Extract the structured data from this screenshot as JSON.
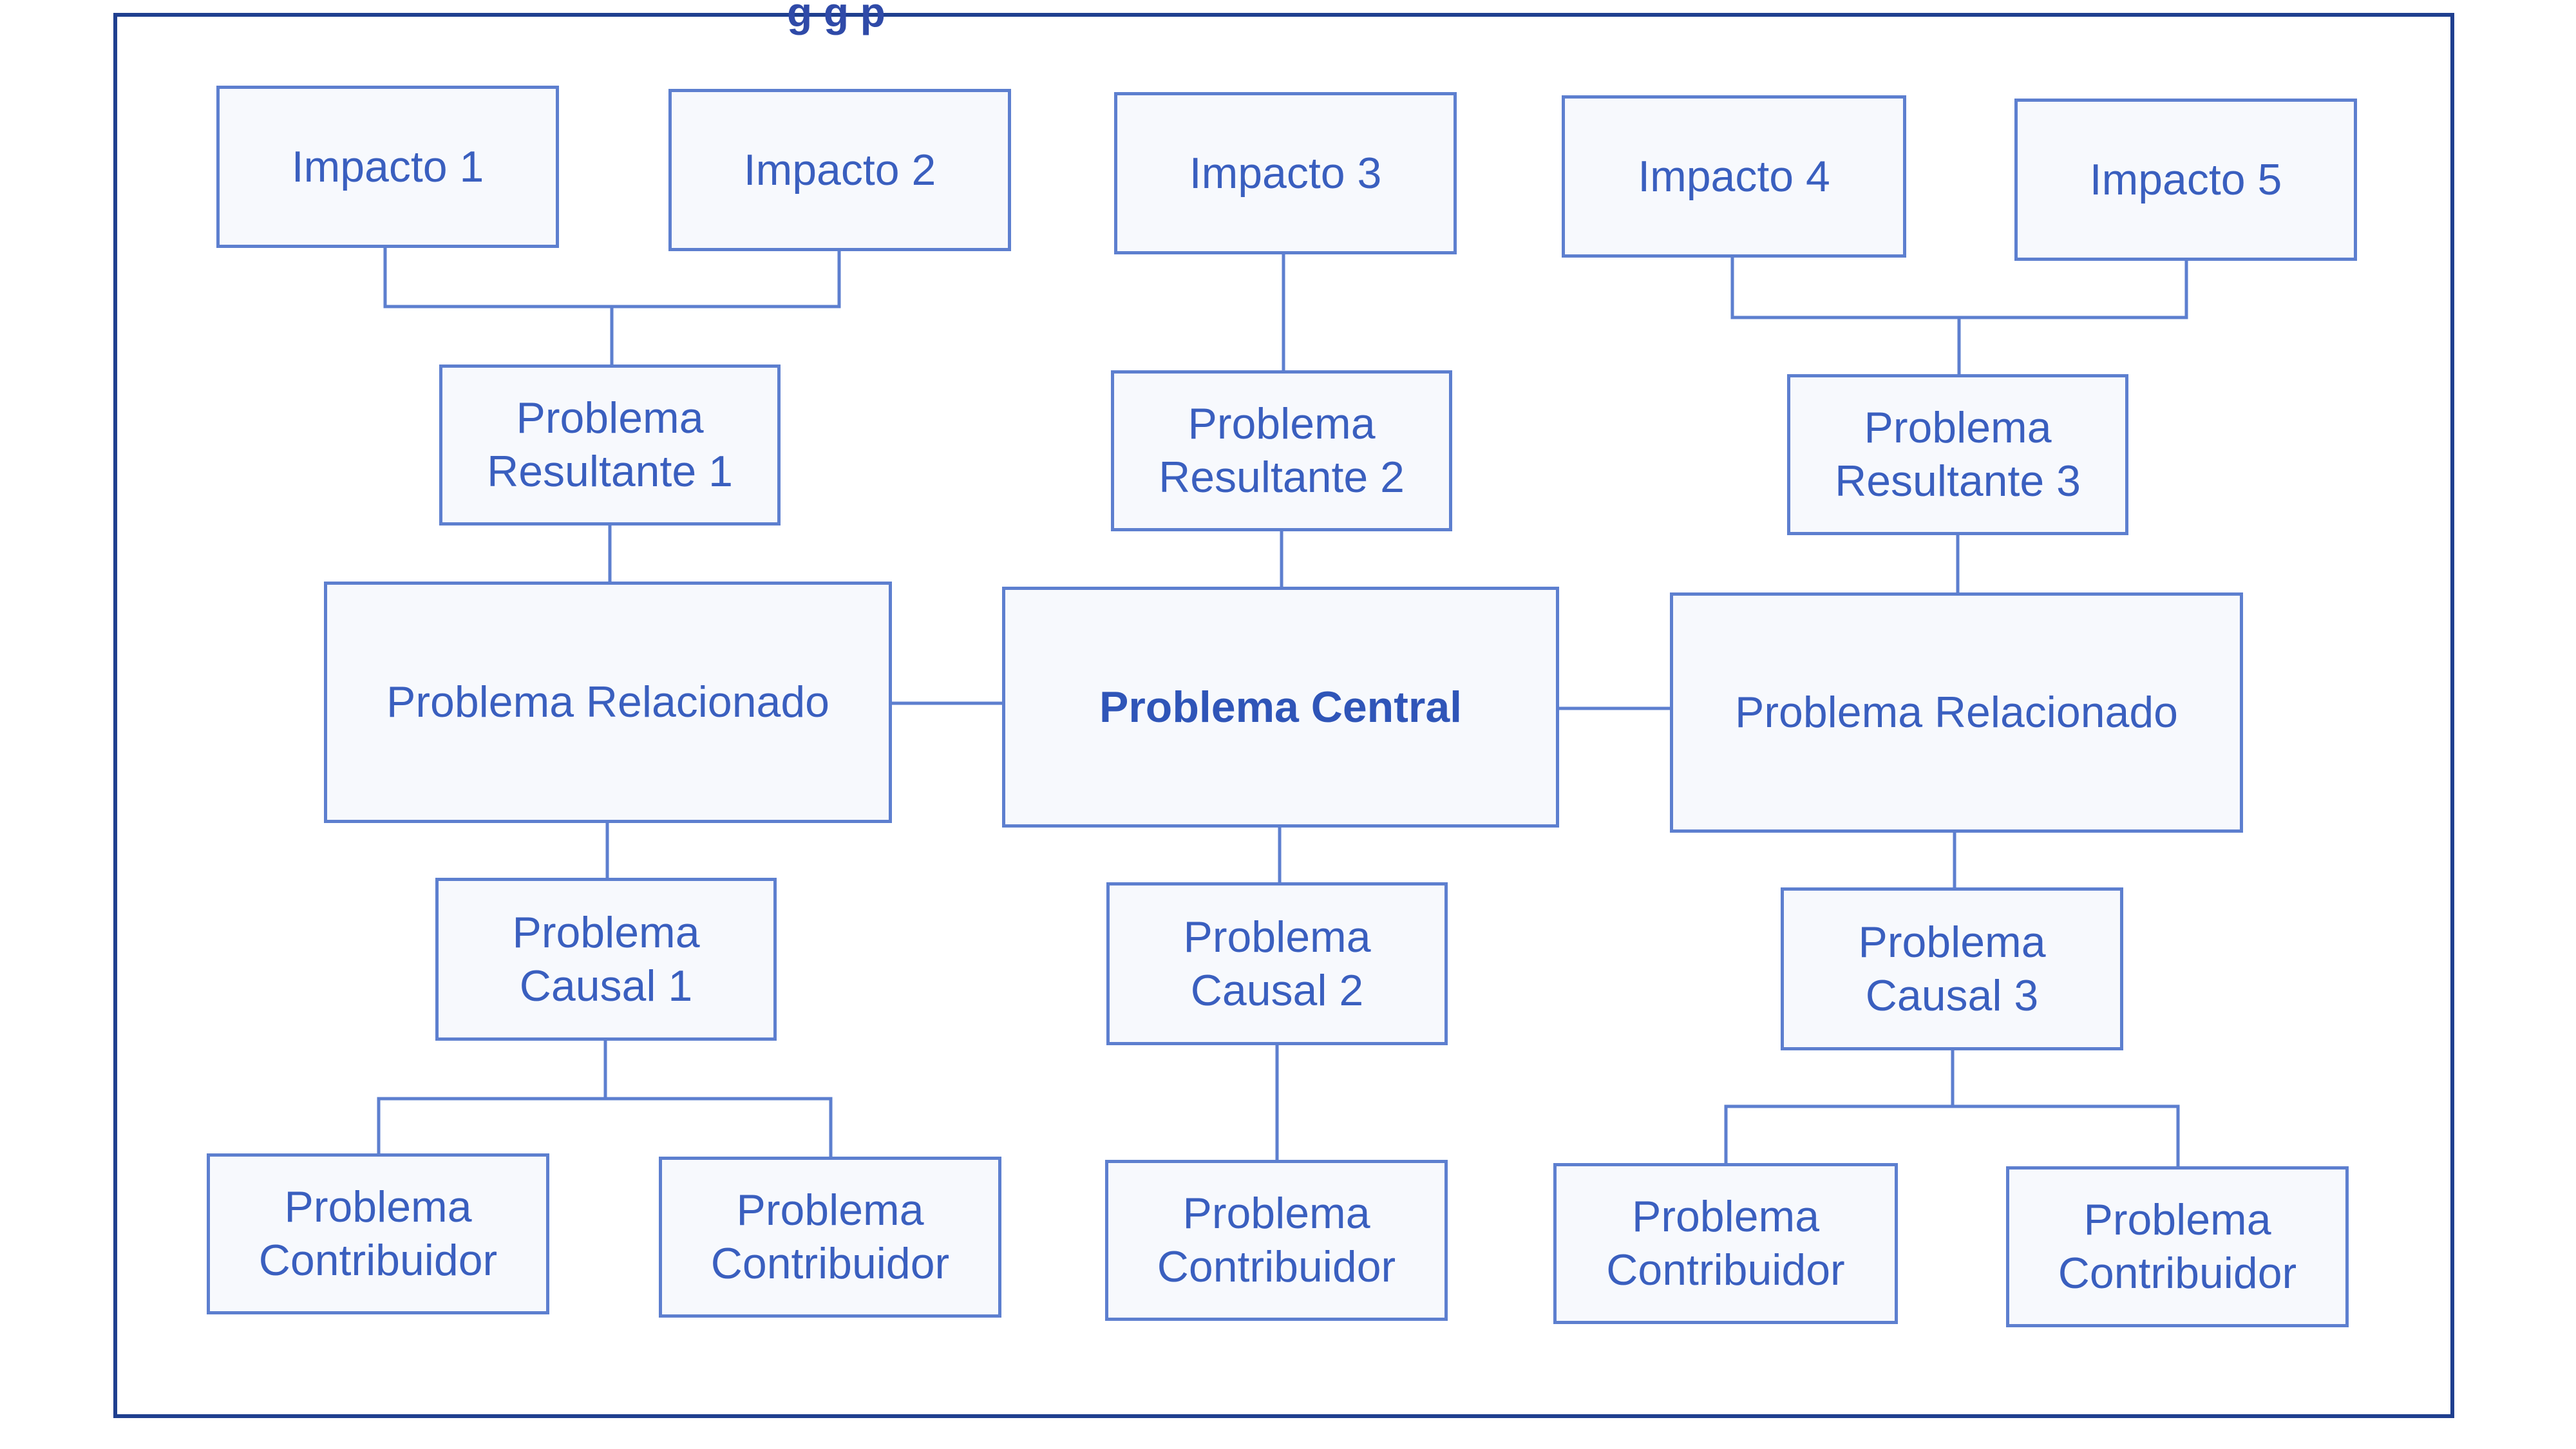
{
  "diagram": {
    "title_fragment": "g                    g                                  p",
    "nodes": {
      "impact_1": "Impacto 1",
      "impact_2": "Impacto 2",
      "impact_3": "Impacto 3",
      "impact_4": "Impacto 4",
      "impact_5": "Impacto 5",
      "resultant_1": "Problema Resultante 1",
      "resultant_2": "Problema Resultante 2",
      "resultant_3": "Problema Resultante 3",
      "related_left": "Problema Relacionado",
      "central": "Problema Central",
      "related_right": "Problema Relacionado",
      "causal_1": "Problema Causal 1",
      "causal_2": "Problema Causal 2",
      "causal_3": "Problema Causal 3",
      "contrib_1": "Problema Contribuidor",
      "contrib_2": "Problema Contribuidor",
      "contrib_3": "Problema Contribuidor",
      "contrib_4": "Problema Contribuidor",
      "contrib_5": "Problema Contribuidor"
    },
    "colors": {
      "frame": "#1f3f8f",
      "box_border": "#5d7fcf",
      "connector": "#5d7fcf",
      "text": "#3a5fbf"
    }
  }
}
